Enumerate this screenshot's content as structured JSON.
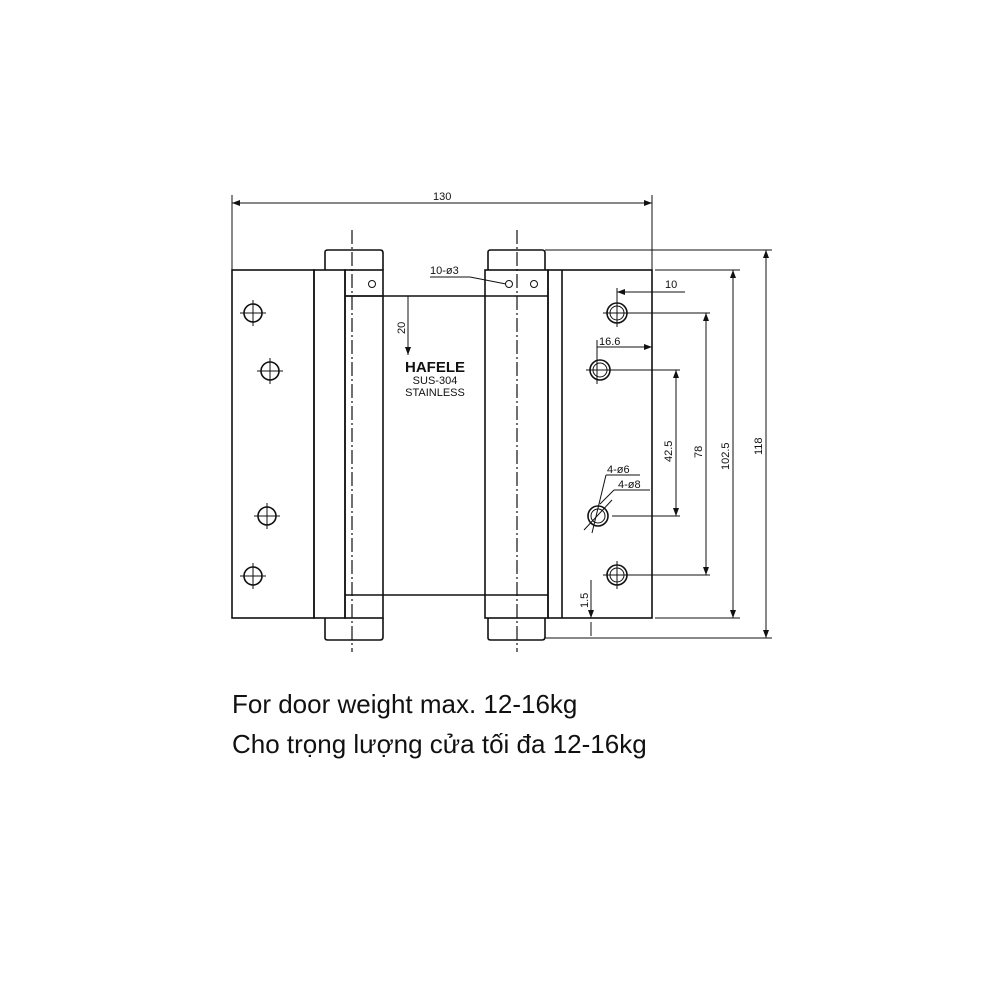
{
  "drawing": {
    "brand": "HAFELE",
    "material_line1": "SUS-304",
    "material_line2": "STAINLESS",
    "dimensions": {
      "overall_width": "130",
      "screw_holes_small": "10-ø3",
      "top_offset": "20",
      "edge_offset_10": "10",
      "edge_offset_16_6": "16.6",
      "countersink_inner": "4-ø6",
      "countersink_outer": "4-ø8",
      "spacing_42_5": "42.5",
      "spacing_78": "78",
      "leaf_height": "102.5",
      "overall_height": "118",
      "gap": "1.5"
    }
  },
  "caption": {
    "english": "For door weight max. 12-16kg",
    "vietnamese": "Cho trọng lượng cửa tối đa 12-16kg"
  }
}
